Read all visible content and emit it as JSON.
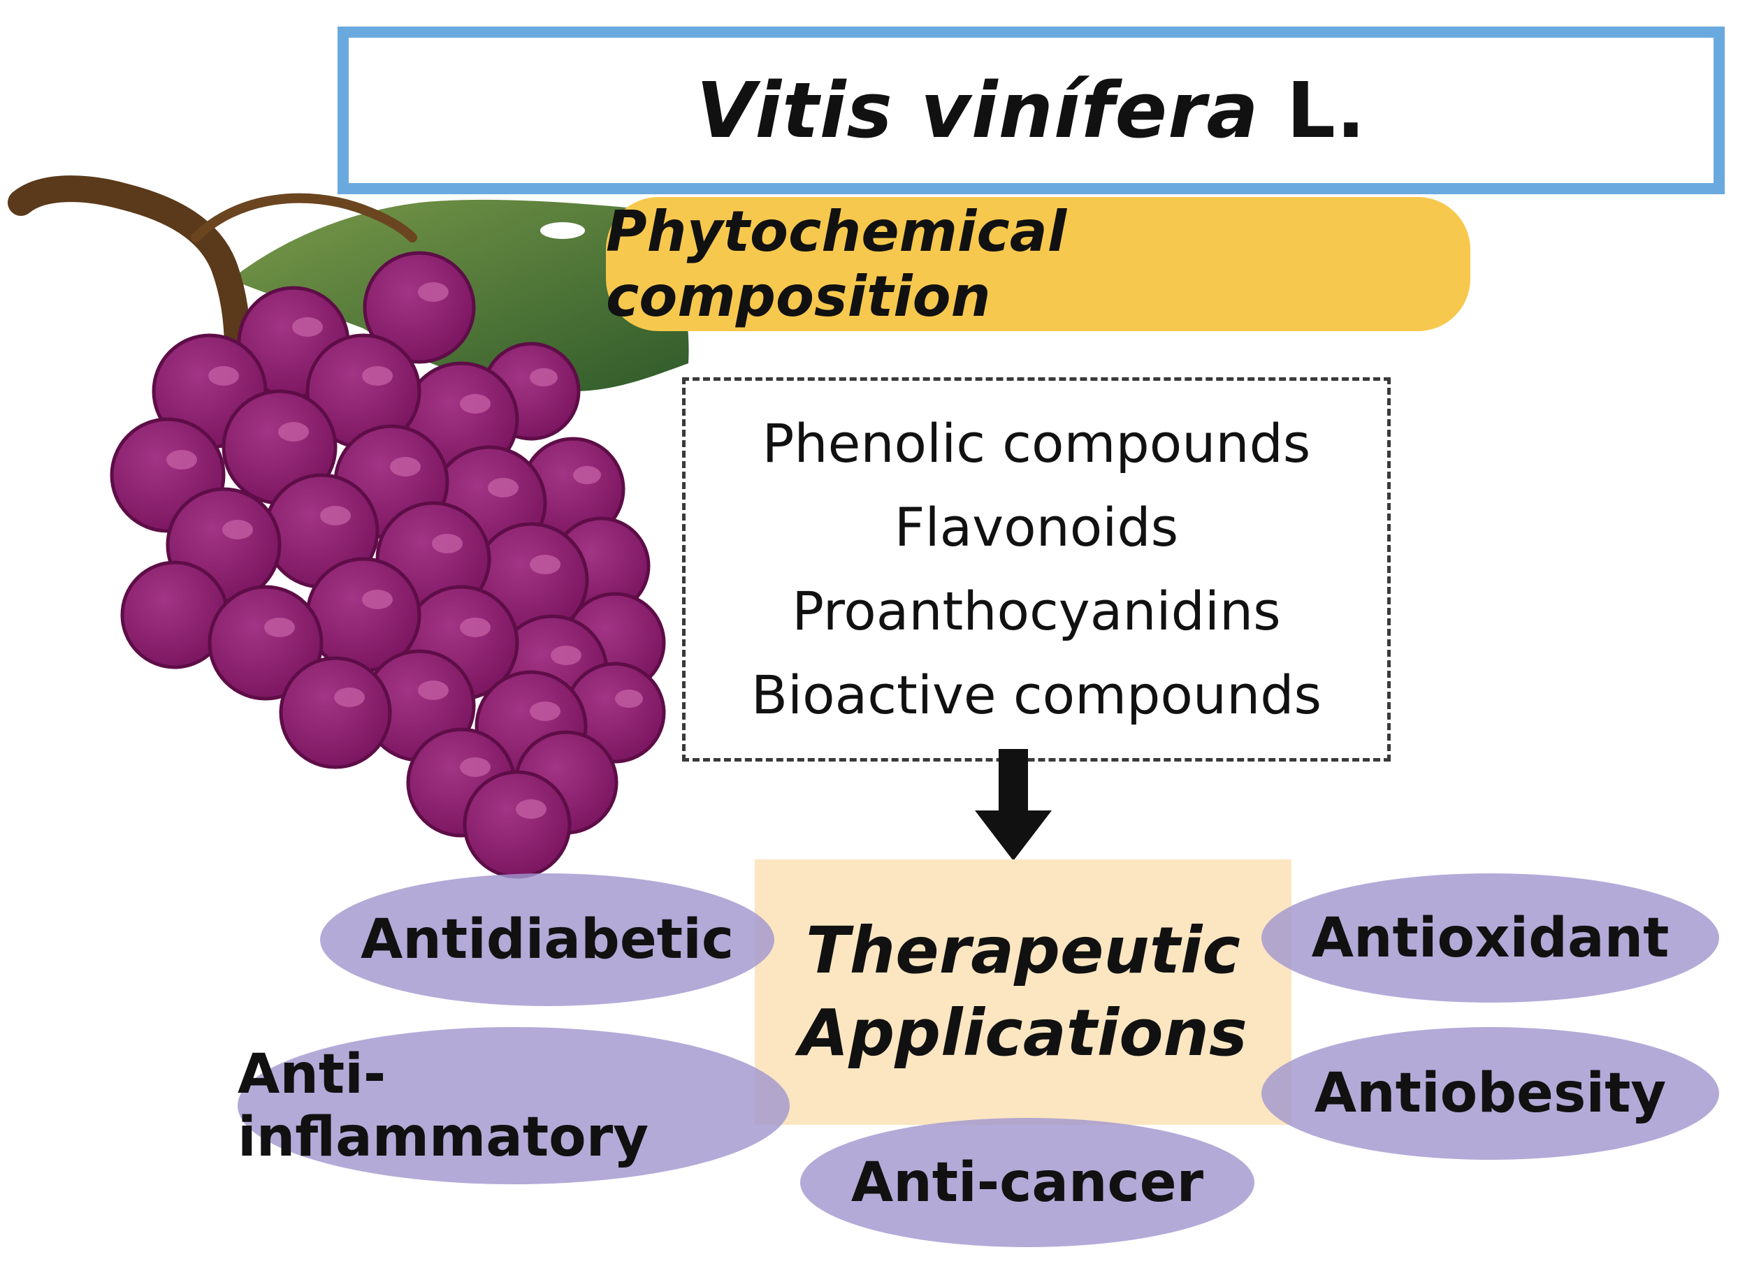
{
  "title": {
    "genus_species": "Vitis vinífera",
    "authority": "L."
  },
  "phytochemical_heading": "Phytochemical composition",
  "compounds": [
    "Phenolic compounds",
    "Flavonoids",
    "Proanthocyanidins",
    "Bioactive compounds"
  ],
  "therapeutic": {
    "line1": "Therapeutic",
    "line2": "Applications"
  },
  "applications": [
    "Antidiabetic",
    "Anti-inflammatory",
    "Anti-cancer",
    "Antioxidant",
    "Antiobesity"
  ],
  "colors": {
    "title_border": "#6aa9de",
    "phyto_fill": "#f7c84e",
    "therapeutic_fill": "#fbe6c1",
    "ellipse_fill": "#a297cf",
    "grape": "#8a1a68",
    "leaf": "#4a7a32",
    "stem": "#5a3a1a"
  },
  "icons": [
    "grape-cluster-illustration",
    "down-arrow"
  ]
}
